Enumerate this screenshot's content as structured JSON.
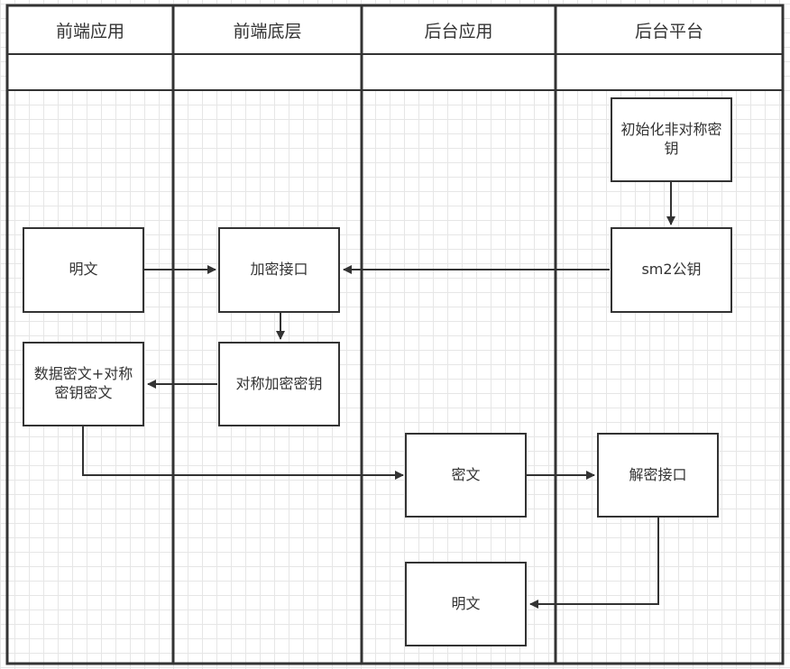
{
  "lanes": [
    {
      "title": "前端应用"
    },
    {
      "title": "前端底层"
    },
    {
      "title": "后台应用"
    },
    {
      "title": "后台平台"
    }
  ],
  "nodes": {
    "init_keys": "初始化非对称密钥",
    "sm2_public_key": "sm2公钥",
    "plaintext_input": "明文",
    "encrypt_api": "加密接口",
    "symmetric_key": "对称加密密钥",
    "data_ciphertext": "数据密文+对称密钥密文",
    "ciphertext": "密文",
    "decrypt_api": "解密接口",
    "plaintext_output": "明文"
  },
  "colors": {
    "stroke": "#333333",
    "grid": "#e6e6e6",
    "background": "#ffffff"
  }
}
